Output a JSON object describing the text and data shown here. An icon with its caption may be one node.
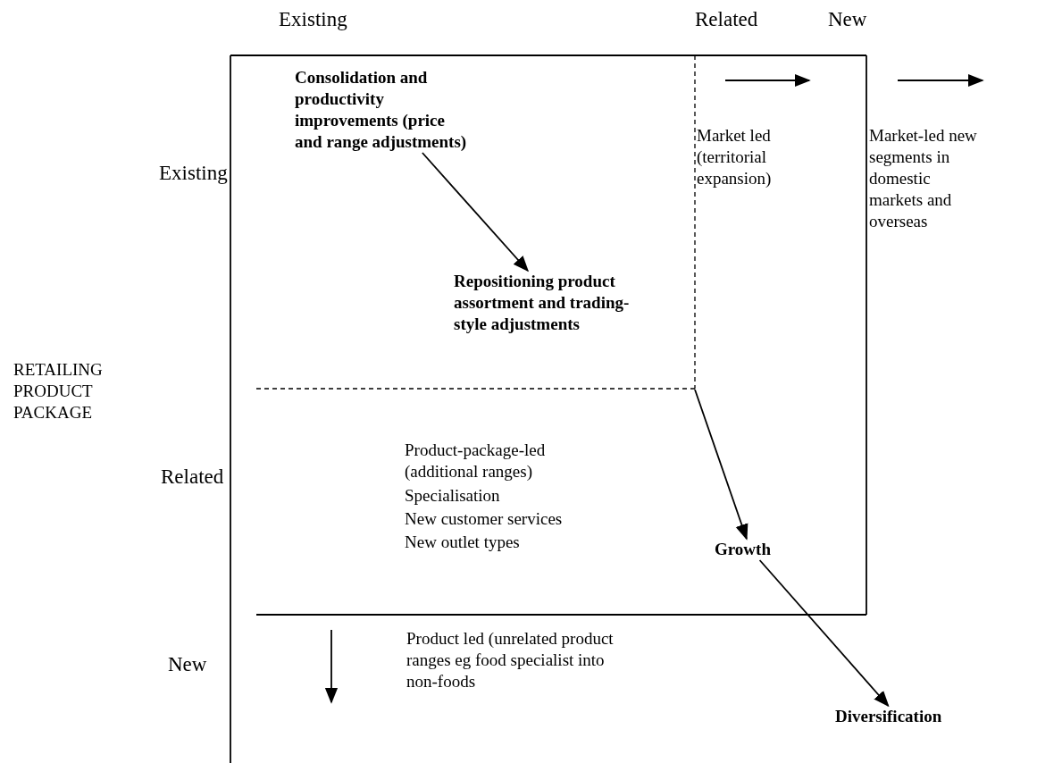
{
  "diagram": {
    "nodes": [
      {
        "text": [
          "Consolidation and productivity improvements (price and range adjustments)"
        ]
      },
      {
        "text": [
          "Repositioning product assortment and trading-style adjustments"
        ]
      },
      {
        "text": [
          "Growth"
        ]
      },
      {
        "text": [
          "Diversification"
        ]
      }
    ],
    "edges": [
      {
        "from": 0,
        "to": 1,
        "arrow": "to"
      },
      {
        "from": null,
        "to": 2,
        "arrow": "to"
      },
      {
        "from": 2,
        "to": 3,
        "arrow": "to"
      }
    ],
    "labels": [
      "Existing",
      "Related",
      "New",
      "Existing",
      "Market led (territorial expansion)",
      "Market-led new segments in domestic markets and overseas",
      "RETAILING PRODUCT PACKAGE",
      "Related",
      "Product-package-led (additional ranges)",
      "Specialisation",
      "New customer services",
      "New outlet types",
      "Product led (unrelated product ranges eg food specialist into non-foods",
      "New"
    ]
  }
}
